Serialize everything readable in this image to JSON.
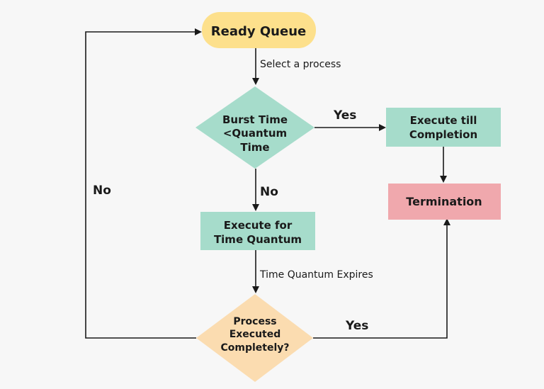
{
  "colors": {
    "background": "#f7f7f7",
    "ready_queue": "#fde08c",
    "decision_teal": "#a6dccb",
    "process_teal": "#a6dccb",
    "termination": "#f0a8ad",
    "decision_orange": "#fbdcb0",
    "line": "#1a1a1a"
  },
  "nodes": {
    "ready_queue": {
      "label": "Ready Queue"
    },
    "burst_decision": {
      "line1": "Burst Time",
      "line2": "<Quantum",
      "line3": "Time"
    },
    "execute_till_completion": {
      "line1": "Execute  till",
      "line2": "Completion"
    },
    "termination": {
      "label": "Termination"
    },
    "execute_for_quantum": {
      "line1": "Execute for",
      "line2": "Time Quantum"
    },
    "process_executed_decision": {
      "line1": "Process",
      "line2": "Executed",
      "line3": "Completely?"
    }
  },
  "edges": {
    "select_process": "Select a process",
    "burst_yes": "Yes",
    "burst_no": "No",
    "quantum_expires": "Time Quantum Expires",
    "completed_yes": "Yes",
    "completed_no": "No"
  }
}
